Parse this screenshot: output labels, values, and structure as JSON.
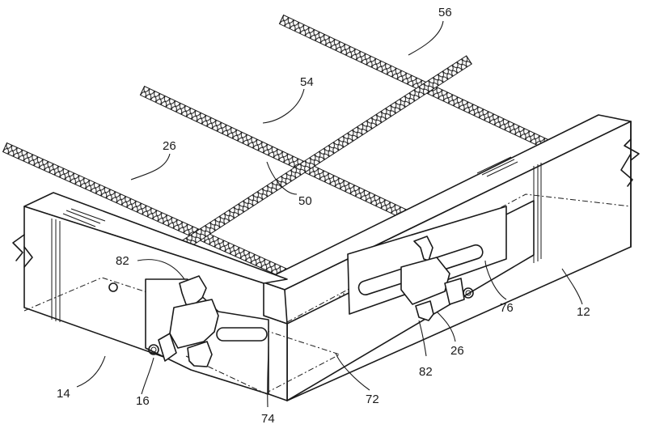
{
  "figure": {
    "reference_numerals": {
      "n56": "56",
      "n54": "54",
      "n26_top": "26",
      "n50": "50",
      "n82_left": "82",
      "n76": "76",
      "n12": "12",
      "n26_right": "26",
      "n82_right": "82",
      "n14": "14",
      "n16": "16",
      "n72": "72",
      "n74": "74"
    }
  }
}
